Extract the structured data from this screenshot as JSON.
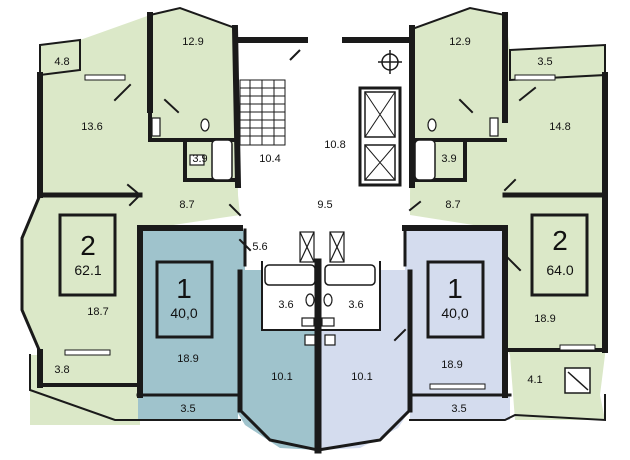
{
  "colors": {
    "green": "#dbe8c8",
    "blue": "#9fc3cc",
    "lavender": "#d4dcee",
    "white": "#ffffff",
    "wall": "#1a1a1a"
  },
  "icons": [
    "stair-icon",
    "elevator-icon",
    "vent-fan-icon",
    "bathtub-icon",
    "toilet-icon",
    "sink-icon",
    "door-icon"
  ],
  "apartments": [
    {
      "id": "left-2",
      "rooms": "2",
      "area": "62.1"
    },
    {
      "id": "center-left-1",
      "rooms": "1",
      "area": "40,0"
    },
    {
      "id": "center-right-1",
      "rooms": "1",
      "area": "40,0"
    },
    {
      "id": "right-2",
      "rooms": "2",
      "area": "64.0"
    }
  ],
  "room_areas": {
    "tl_top": "12.9",
    "tl_balcony": "4.8",
    "tl_room": "13.6",
    "tl_bath": "3.9",
    "tl_hall": "8.7",
    "tl_living": "18.7",
    "tl_bottom_balcony": "3.8",
    "stair_hall": "10.4",
    "lobby": "10.8",
    "corridor": "9.5",
    "tr_top": "12.9",
    "tr_balcony": "3.5",
    "tr_room": "14.8",
    "tr_bath": "3.9",
    "tr_hall": "8.7",
    "tr_living": "18.9",
    "tr_bottom_balcony": "4.1",
    "c_hall": "5.6",
    "c_bath_left": "3.6",
    "c_bath_right": "3.6",
    "cl_room": "18.9",
    "cl_kitchen": "10.1",
    "cl_balcony": "3.5",
    "cr_kitchen": "10.1",
    "cr_room": "18.9",
    "cr_balcony": "3.5"
  }
}
